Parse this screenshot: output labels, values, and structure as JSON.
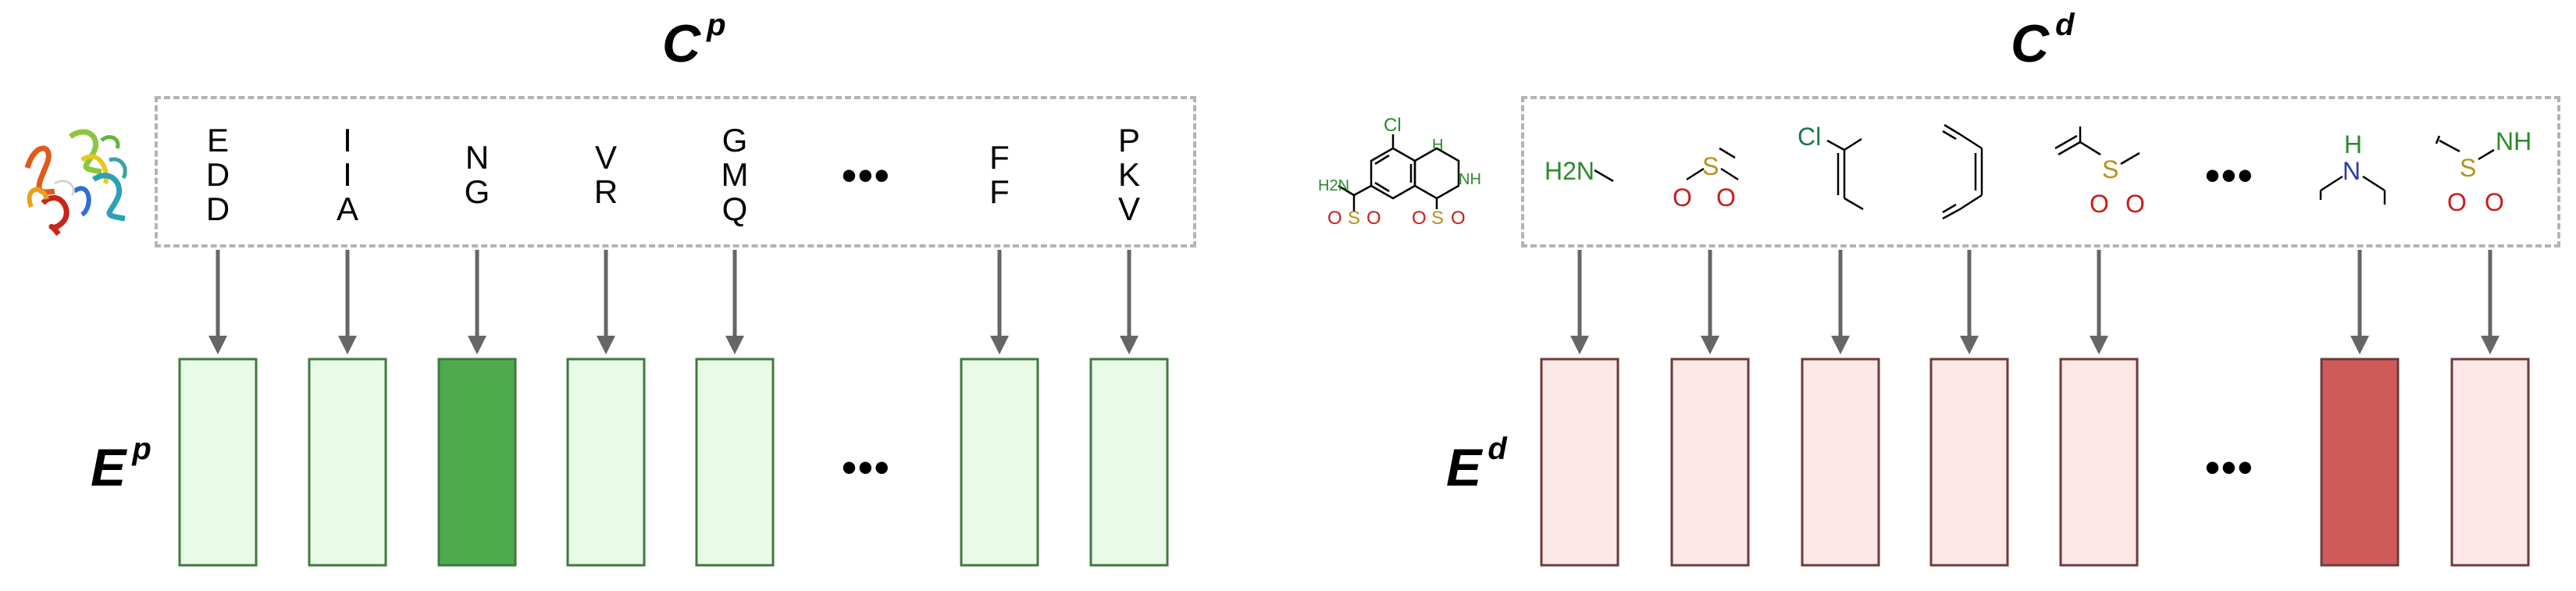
{
  "colors": {
    "protein_fill_light": "#e8fbe6",
    "protein_fill_dark": "#4dab4d",
    "protein_stroke": "#3f7a3f",
    "drug_fill_light": "#fde7e7",
    "drug_fill_dark": "#d05a5a",
    "drug_stroke": "#6b3b3b",
    "arrow": "#666666",
    "dashed_border": "#b3b3b3"
  },
  "protein": {
    "title": {
      "base": "C",
      "sup": "p"
    },
    "embedding_label": {
      "base": "E",
      "sup": "p"
    },
    "icon": "protein-ribbon-structure",
    "tokens": [
      {
        "lines": [
          "E",
          "D",
          "D"
        ],
        "highlighted": false
      },
      {
        "lines": [
          "I",
          "I",
          "A"
        ],
        "highlighted": false
      },
      {
        "lines": [
          "N",
          "G"
        ],
        "highlighted": true
      },
      {
        "lines": [
          "V",
          "R"
        ],
        "highlighted": false
      },
      {
        "lines": [
          "G",
          "M",
          "Q"
        ],
        "highlighted": false
      },
      {
        "lines": [
          "F",
          "F"
        ],
        "highlighted": false
      },
      {
        "lines": [
          "P",
          "K",
          "V"
        ],
        "highlighted": false
      }
    ],
    "ellipsis": "•••"
  },
  "drug": {
    "title": {
      "base": "C",
      "sup": "d"
    },
    "embedding_label": {
      "base": "E",
      "sup": "d"
    },
    "molecule": {
      "icon": "hydrochlorothiazide-structure",
      "atom_labels": [
        "Cl",
        "H",
        "N",
        "H2N",
        "S",
        "O",
        "O",
        "S",
        "O",
        "O",
        "NH"
      ]
    },
    "substructures": [
      {
        "icon": "methylamine-fragment",
        "atom_labels": [
          "H2N"
        ],
        "highlighted": false
      },
      {
        "icon": "methylsulfonyl-fragment",
        "atom_labels": [
          "S",
          "O",
          "O"
        ],
        "highlighted": false
      },
      {
        "icon": "chloro-alkene-fragment",
        "atom_labels": [
          "Cl"
        ],
        "highlighted": false
      },
      {
        "icon": "benzene-fragment",
        "atom_labels": [],
        "highlighted": false
      },
      {
        "icon": "vinylsulfonyl-fragment",
        "atom_labels": [
          "S",
          "O",
          "O"
        ],
        "highlighted": false
      },
      {
        "icon": "secondary-amine-fragment",
        "atom_labels": [
          "H",
          "N"
        ],
        "highlighted": true
      },
      {
        "icon": "sulfonamide-fragment",
        "atom_labels": [
          "S",
          "O",
          "O",
          "NH"
        ],
        "highlighted": false
      }
    ],
    "ellipsis": "•••"
  }
}
